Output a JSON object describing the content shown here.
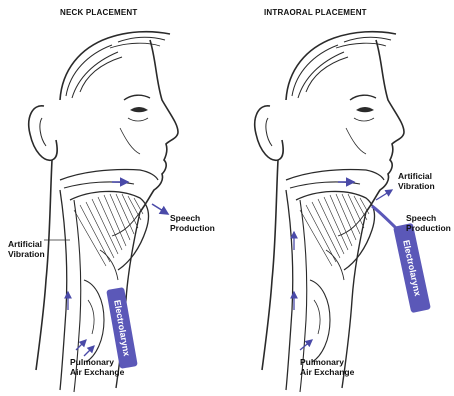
{
  "panels": [
    {
      "title": "NECK PLACEMENT",
      "labels": {
        "speech": [
          "Speech",
          "Production"
        ],
        "artificial": [
          "Artificial",
          "Vibration"
        ],
        "pulmonary": [
          "Pulmonary",
          "Air Exchange"
        ]
      },
      "device": "Electrolarynx"
    },
    {
      "title": "INTRAORAL PLACEMENT",
      "labels": {
        "artificial": [
          "Artificial",
          "Vibration"
        ],
        "speech": [
          "Speech",
          "Production"
        ],
        "pulmonary": [
          "Pulmonary",
          "Air Exchange"
        ]
      },
      "device": "Electrolarynx"
    }
  ],
  "colors": {
    "line": "#2a2a2a",
    "device": "#5b58b8",
    "device_text": "#ffffff",
    "arrow": "#4a4aa8"
  }
}
